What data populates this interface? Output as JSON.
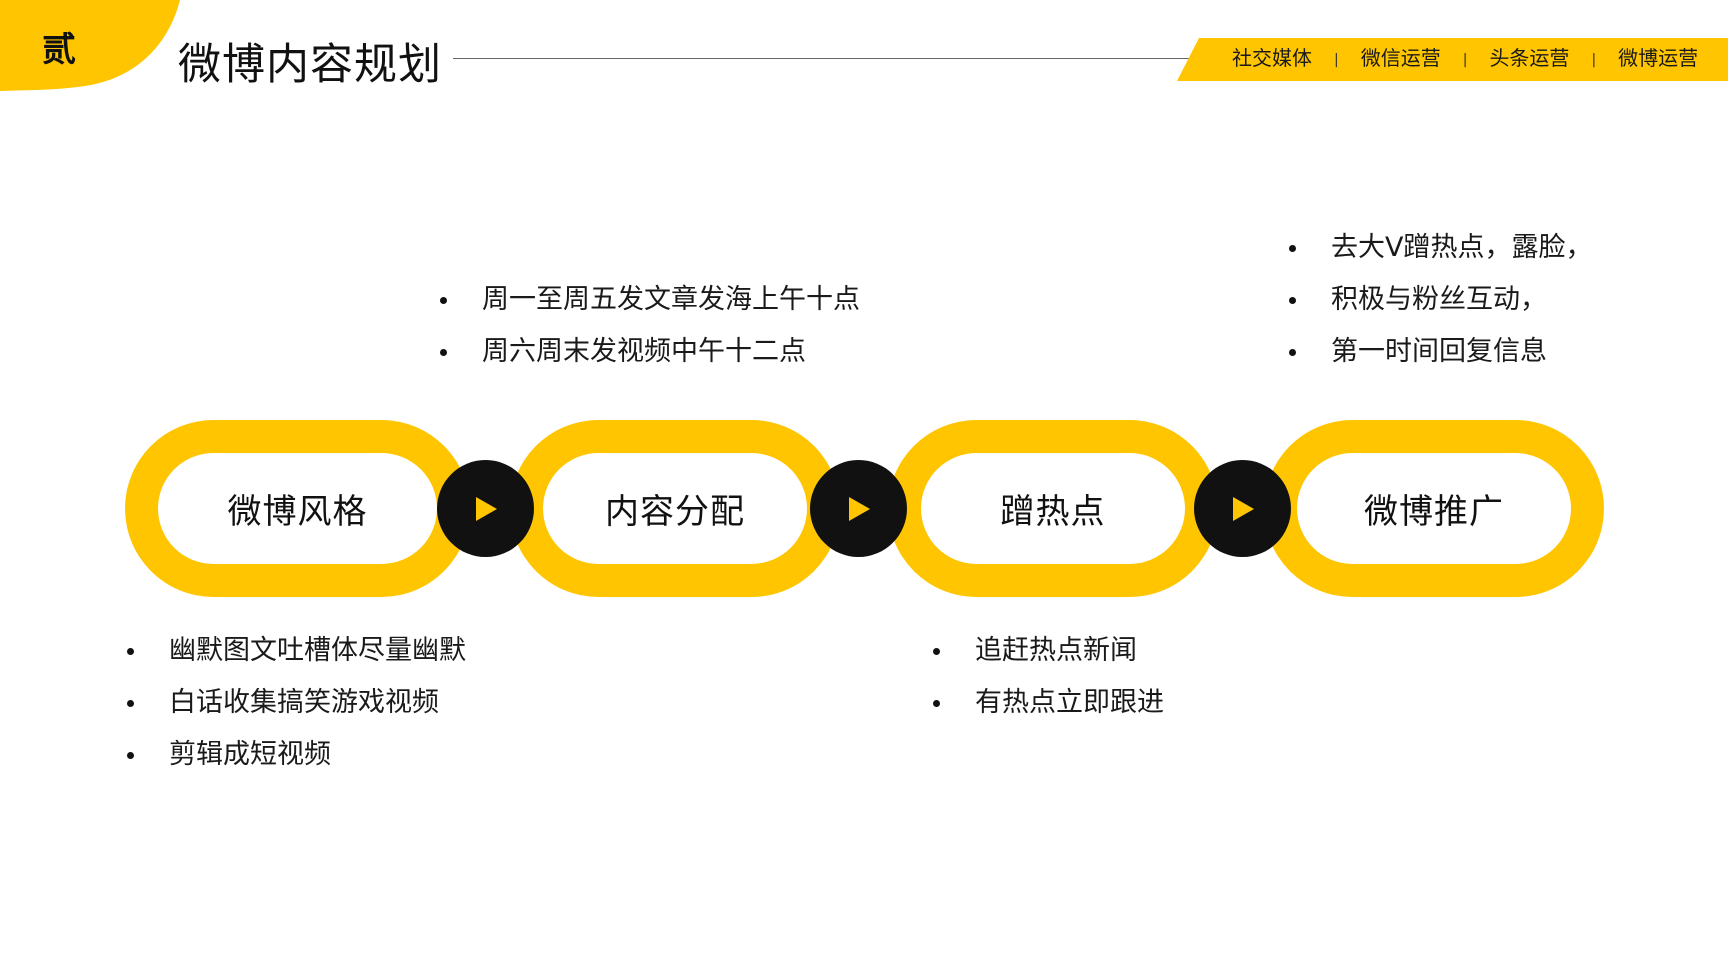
{
  "header": {
    "section_number": "贰",
    "title": "微博内容规划"
  },
  "banner": {
    "items": [
      "社交媒体",
      "微信运营",
      "头条运营",
      "微博运营"
    ],
    "separator": "|"
  },
  "flow": {
    "steps": [
      {
        "label": "微博风格"
      },
      {
        "label": "内容分配"
      },
      {
        "label": "蹭热点"
      },
      {
        "label": "微博推广"
      }
    ]
  },
  "notes": {
    "style": [
      "幽默图文吐槽体尽量幽默",
      "白话收集搞笑游戏视频",
      "剪辑成短视频"
    ],
    "distribution": [
      "周一至周五发文章发海上午十点",
      "周六周末发视频中午十二点"
    ],
    "trending": [
      "追赶热点新闻",
      "有热点立即跟进"
    ],
    "promotion": [
      "去大V蹭热点，露脸，",
      "积极与粉丝互动，",
      "第一时间回复信息"
    ]
  },
  "colors": {
    "accent": "#FFC500",
    "dark": "#111111"
  }
}
